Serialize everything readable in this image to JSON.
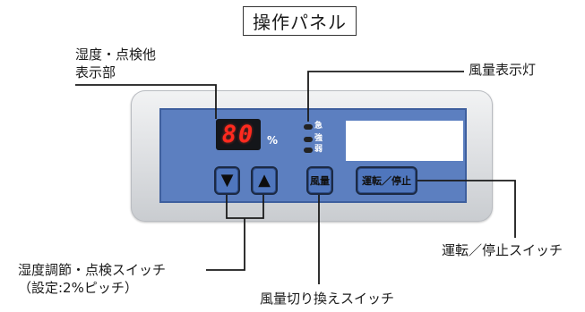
{
  "title": "操作パネル",
  "callouts": {
    "humidity_display_line1": "湿度・点検他",
    "humidity_display_line2": "表示部",
    "fan_indicator": "風量表示灯",
    "humidity_switch_line1": "湿度調節・点検スイッチ",
    "humidity_switch_line2": "（設定:2%ピッチ）",
    "run_stop_switch": "運転／停止スイッチ",
    "fan_switch": "風量切り換えスイッチ"
  },
  "panel": {
    "display_value": "80",
    "display_unit": "%",
    "fan_levels": [
      "急",
      "強",
      "弱"
    ],
    "buttons": {
      "down_icon": "triangle-down-icon",
      "down_symbol": "▼",
      "up_icon": "triangle-up-icon",
      "up_symbol": "▲",
      "fan_label": "風量",
      "run_label": "運転／停止"
    }
  },
  "colors": {
    "panel_blue": "#5c7fc0",
    "display_red": "#ff2a1f",
    "button_blue": "#4f76bd"
  }
}
